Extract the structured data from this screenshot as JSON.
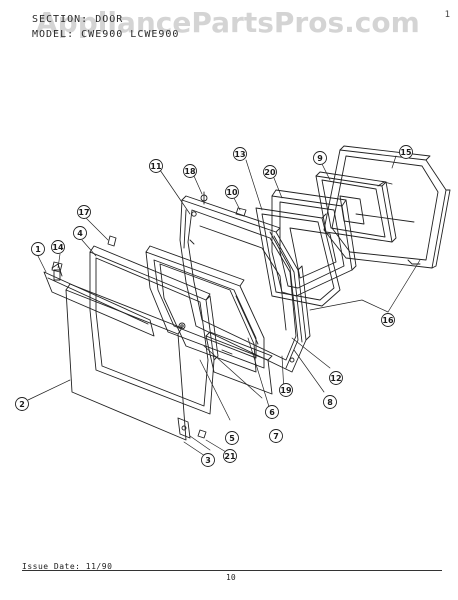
{
  "header": {
    "section_label": "SECTION:",
    "section_value": "DOOR",
    "model_label": "MODEL:",
    "model_value": "CWE900  LCWE900"
  },
  "watermark": "AppliancePartsPros.com",
  "corner_mark": "1",
  "footer": {
    "issue_date": "Issue Date: 11/90",
    "page_number": "10"
  },
  "callouts": [
    "1",
    "2",
    "3",
    "4",
    "5",
    "6",
    "7",
    "8",
    "9",
    "10",
    "11",
    "12",
    "13",
    "14",
    "15",
    "16",
    "17",
    "18",
    "19",
    "20",
    "21"
  ]
}
